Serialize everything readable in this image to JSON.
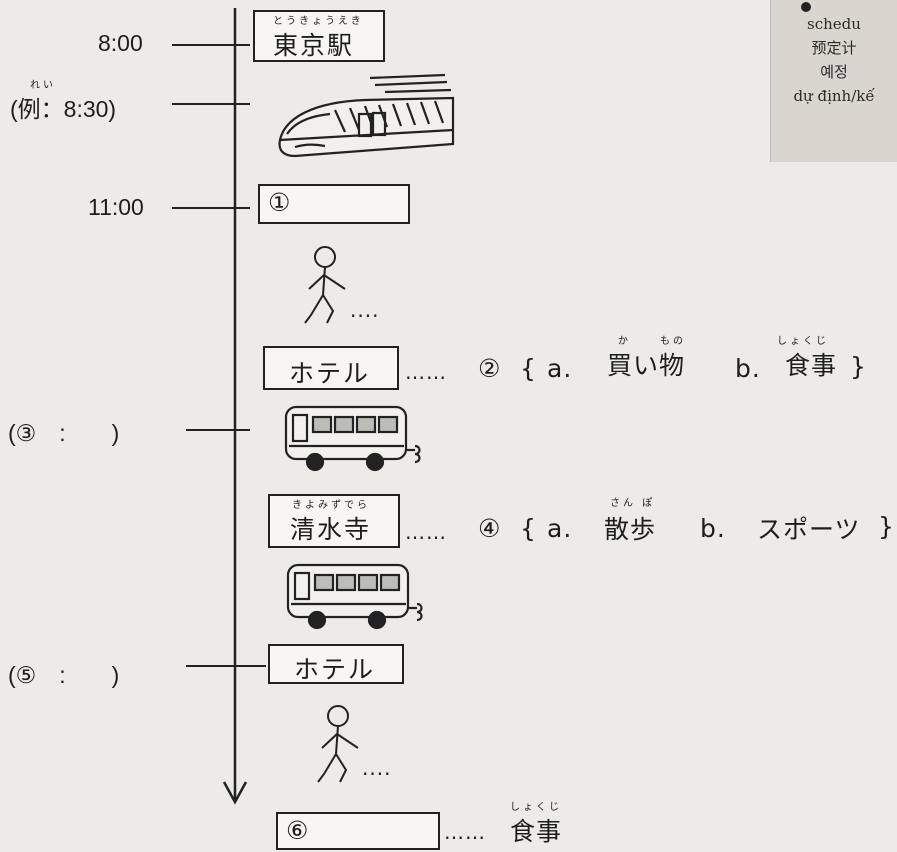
{
  "legend": {
    "line1": "schedu",
    "line2": "预定计",
    "line3": "예정",
    "line4": "dự định/kế"
  },
  "times": {
    "t800": "8:00",
    "example_ruby": "れい",
    "example": "(例：8:30)",
    "t1100": "11:00",
    "q3": "(③　:　　)",
    "q5": "(⑤　:　　)"
  },
  "stops": {
    "tokyo_ruby": "とうきょうえき",
    "tokyo": "東京駅",
    "box1": "①",
    "hotel1": "ホテル",
    "kiyomizu_ruby": "きよみずでら",
    "kiyomizu": "清水寺",
    "hotel2": "ホテル",
    "box6": "⑥"
  },
  "choices": {
    "q2": {
      "dots": "……",
      "num": "②",
      "open": "{",
      "a_prefix": "a.",
      "a_ruby1": "か",
      "a_ruby2": "もの",
      "a_text": "買い物",
      "b_prefix": "b.",
      "b_ruby": "しょくじ",
      "b_text": "食事",
      "close": "}"
    },
    "q4": {
      "dots": "……",
      "num": "④",
      "open": "{",
      "a_prefix": "a.",
      "a_ruby": "さん ぽ",
      "a_text": "散歩",
      "b_prefix": "b.",
      "b_text": "スポーツ",
      "close": "}"
    },
    "q6": {
      "dots": "……",
      "ruby": "しょくじ",
      "text": "食事"
    }
  },
  "walk_dots": "....",
  "icons": [
    "train-icon",
    "walking-person-icon",
    "bus-icon"
  ]
}
